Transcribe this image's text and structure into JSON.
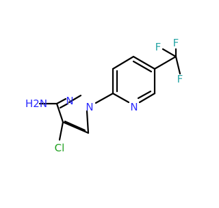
{
  "molecule": {
    "atoms": {
      "amine": "H2N",
      "n2": "N",
      "n1": "N",
      "cl": "Cl",
      "n_pyridine": "N",
      "f1": "F",
      "f2": "F",
      "f3": "F"
    },
    "colors": {
      "bond": "#000000",
      "nitrogen": "#2a2aff",
      "chlorine": "#1fa01f",
      "fluorine": "#2aa6a6"
    }
  }
}
